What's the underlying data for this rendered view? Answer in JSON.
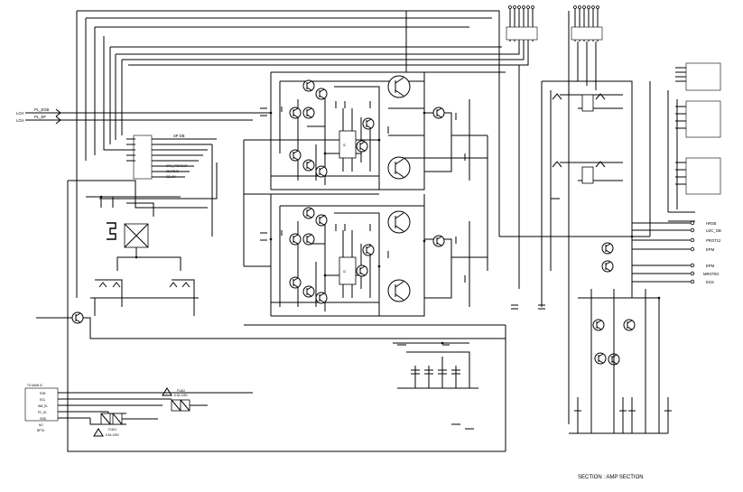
{
  "section_label": "SECTION : AMP SECTION",
  "left_inputs": [
    {
      "term": "LCH",
      "net": "PL_EGB"
    },
    {
      "term": "LCH",
      "net": "PL_EP"
    }
  ],
  "right_outputs": [
    {
      "net": "HRSE"
    },
    {
      "net": "LDC_GB"
    },
    {
      "net": "PROT12"
    },
    {
      "net": "EPM"
    },
    {
      "net": "EPM"
    },
    {
      "net": "MROTE2"
    },
    {
      "net": "EGS"
    }
  ],
  "mid_connector": {
    "title": "SP DB",
    "pins": [
      "SPG_PROTECT",
      "SELT5VB",
      "SEL 5V"
    ]
  },
  "bottom_connector": {
    "title": "TO MAIN IC",
    "pins": [
      "EXB",
      "EGL",
      "INB_EL",
      "PC_EL",
      "GND"
    ],
    "footer": [
      "NO",
      "BP78"
    ]
  },
  "warnings": [
    {
      "symbol": "!",
      "part": "F1402",
      "rating": "6.3A 125V"
    },
    {
      "symbol": "!",
      "part": "F1401",
      "rating": "6.3A 125V"
    }
  ]
}
